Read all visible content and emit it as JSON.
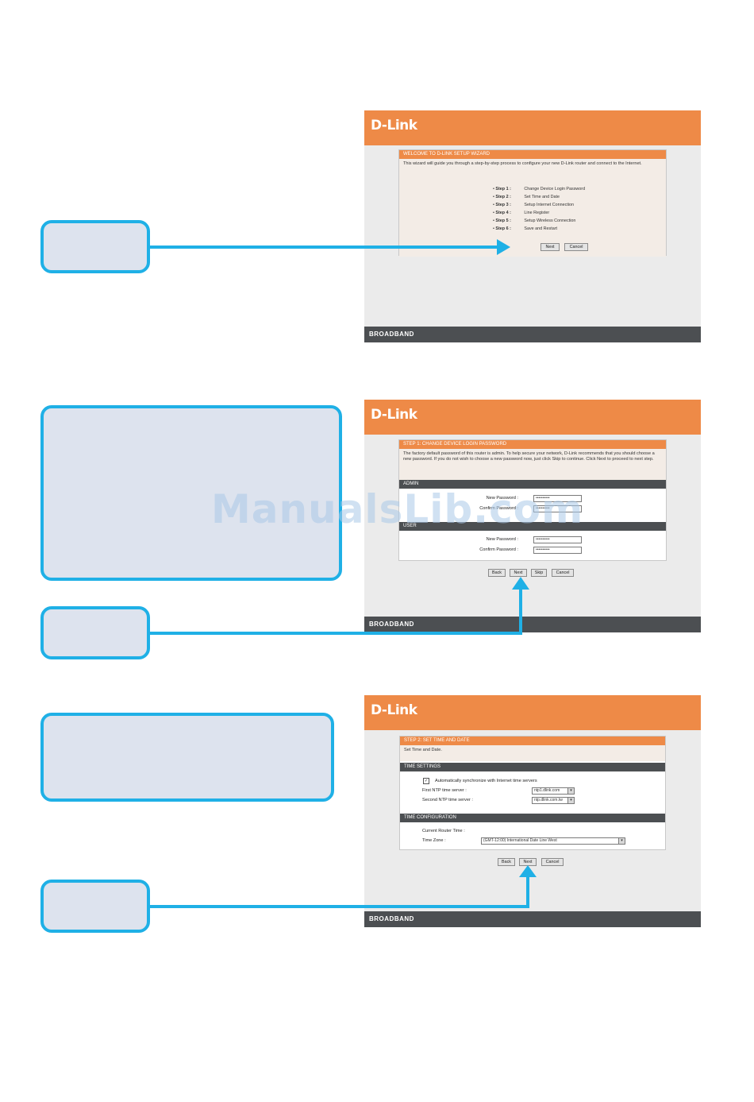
{
  "brand": {
    "logo": "D-Link",
    "footer": "BROADBAND"
  },
  "colors": {
    "orange": "#ee8a47",
    "dark_bar": "#4c4f52",
    "callout_border": "#1fb0e6",
    "callout_fill": "#dde3ee"
  },
  "watermark": "ManualsLib.com",
  "screen1": {
    "title": "WELCOME TO D-LINK SETUP WIZARD",
    "intro": "This wizard will guide you through a step-by-step process to configure your new D-Link router and connect to the Internet.",
    "steps": [
      {
        "num": "Step 1 :",
        "text": "Change Device Login Password"
      },
      {
        "num": "Step 2 :",
        "text": "Set Time and Date"
      },
      {
        "num": "Step 3 :",
        "text": "Setup Internet Connection"
      },
      {
        "num": "Step 4 :",
        "text": "Line Register"
      },
      {
        "num": "Step 5 :",
        "text": "Setup Wireless Connection"
      },
      {
        "num": "Step 6 :",
        "text": "Save and Restart"
      }
    ],
    "buttons": {
      "next": "Next",
      "cancel": "Cancel"
    }
  },
  "screen2": {
    "title": "STEP 1: CHANGE DEVICE LOGIN PASSWORD",
    "intro": "The factory default password of this router is admin. To help secure your network, D-Link recommends that you should choose a new password. If you do not wish to choose a new password now, just click Skip to continue. Click Next to proceed to next step.",
    "admin_header": "ADMIN",
    "user_header": "USER",
    "new_password_label": "New Password :",
    "confirm_password_label": "Confirm Password :",
    "admin_new_value": "••••••••••",
    "admin_confirm_value": "••••••••••",
    "user_new_value": "••••••••••",
    "user_confirm_value": "••••••••••",
    "buttons": {
      "back": "Back",
      "next": "Next",
      "skip": "Skip",
      "cancel": "Cancel"
    }
  },
  "screen3": {
    "title": "STEP 2: SET TIME AND DATE",
    "intro": "Set Time and Date.",
    "time_settings_header": "TIME SETTINGS",
    "auto_sync_label": "Automatically synchronize with Internet time servers",
    "auto_sync_checked": "✓",
    "first_ntp_label": "First NTP time server :",
    "first_ntp_value": "ntp1.dlink.com",
    "second_ntp_label": "Second NTP time server :",
    "second_ntp_value": "ntp.dlink.com.tw",
    "time_config_header": "TIME CONFIGURATION",
    "current_time_label": "Current Router Time :",
    "time_zone_label": "Time Zone :",
    "time_zone_value": "(GMT-12:00) International Date Line West",
    "buttons": {
      "back": "Back",
      "next": "Next",
      "cancel": "Cancel"
    }
  }
}
